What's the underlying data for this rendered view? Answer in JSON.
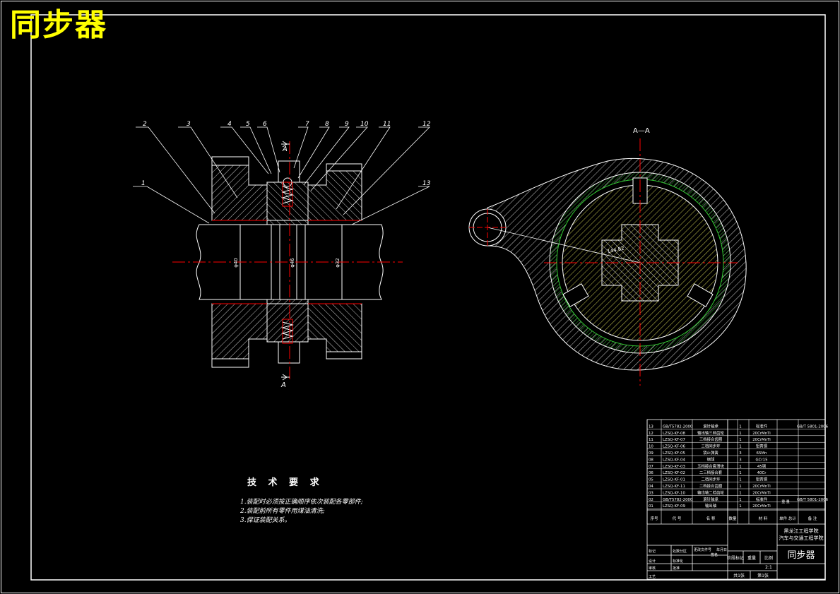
{
  "title": "同步器",
  "section_label": "A—A",
  "section_mark": "A",
  "balloons": [
    "1",
    "2",
    "3",
    "4",
    "5",
    "6",
    "7",
    "8",
    "9",
    "10",
    "11",
    "12",
    "13"
  ],
  "dims": [
    "φ40",
    "φ46",
    "φ32",
    "144.82"
  ],
  "tech": {
    "heading": "技 术 要 求",
    "items": [
      "1.装配时必须按正确顺序依次装配各零部件;",
      "2.装配前所有零件用煤油清洗;",
      "3.保证装配关系。"
    ]
  },
  "bom": {
    "rows": [
      {
        "no": "13",
        "code": "GB/T5782-2000",
        "name": "滚针轴承",
        "qty": "1",
        "material": "标准件",
        "note": "GB/T 5801-2006"
      },
      {
        "no": "12",
        "code": "LZSQ-KF-08",
        "name": "输出轴三档齿轮",
        "qty": "1",
        "material": "20CrMnTi",
        "note": ""
      },
      {
        "no": "11",
        "code": "LZSQ-KF-07",
        "name": "三档接合齿圈",
        "qty": "1",
        "material": "20CrMnTi",
        "note": ""
      },
      {
        "no": "10",
        "code": "LZSQ-KF-06",
        "name": "三档同步环",
        "qty": "1",
        "material": "铝青铜",
        "note": ""
      },
      {
        "no": "09",
        "code": "LZSQ-KF-05",
        "name": "锁止弹簧",
        "qty": "3",
        "material": "65Mn",
        "note": ""
      },
      {
        "no": "08",
        "code": "LZSQ-KF-04",
        "name": "钢球",
        "qty": "3",
        "material": "GCr15",
        "note": ""
      },
      {
        "no": "07",
        "code": "LZSQ-KF-03",
        "name": "五档接合套滑块",
        "qty": "1",
        "material": "45钢",
        "note": ""
      },
      {
        "no": "06",
        "code": "LZSQ-KF-02",
        "name": "二三档接合套",
        "qty": "1",
        "material": "40Cr",
        "note": ""
      },
      {
        "no": "05",
        "code": "LZSQ-KF-01",
        "name": "二档同步环",
        "qty": "1",
        "material": "铝青铜",
        "note": ""
      },
      {
        "no": "04",
        "code": "LZSQ-KF-11",
        "name": "二档接合齿圈",
        "qty": "1",
        "material": "20CrMnTi",
        "note": ""
      },
      {
        "no": "03",
        "code": "LZSQ-KF-10",
        "name": "输出轴二档齿轮",
        "qty": "1",
        "material": "20CrMnTi",
        "note": ""
      },
      {
        "no": "02",
        "code": "GB/T5782-2000",
        "name": "滚针轴承",
        "qty": "1",
        "material": "标准件",
        "note": "GB/T 5801-2006"
      },
      {
        "no": "01",
        "code": "LZSQ-KF-09",
        "name": "输出轴",
        "qty": "1",
        "material": "20CrMnTi",
        "note": ""
      }
    ],
    "headers": [
      "序号",
      "代 号",
      "名 称",
      "数量",
      "材 料",
      "单件 总计",
      "备 注"
    ],
    "weight_header": "重 量",
    "school": [
      "黑龙江工程学院",
      "汽车与交通工程学院"
    ],
    "drawing_title": "同步器",
    "labels": {
      "mark": "标记",
      "count": "处数",
      "zone": "分区",
      "change_doc": "更改文件号",
      "sign": "签名",
      "date": "年月日",
      "design": "设计",
      "standard": "标准化",
      "check": "审核",
      "process": "工艺",
      "approve": "批准",
      "stage": "阶段标记",
      "weight": "重量",
      "scale": "比例",
      "scale_value": "2:1",
      "sheets_total": "共1张",
      "sheet_no": "第1张"
    }
  },
  "colors": {
    "frame": "#ffffff",
    "accent": "#ffff00",
    "red": "#ff0000",
    "green": "#00ff00"
  }
}
